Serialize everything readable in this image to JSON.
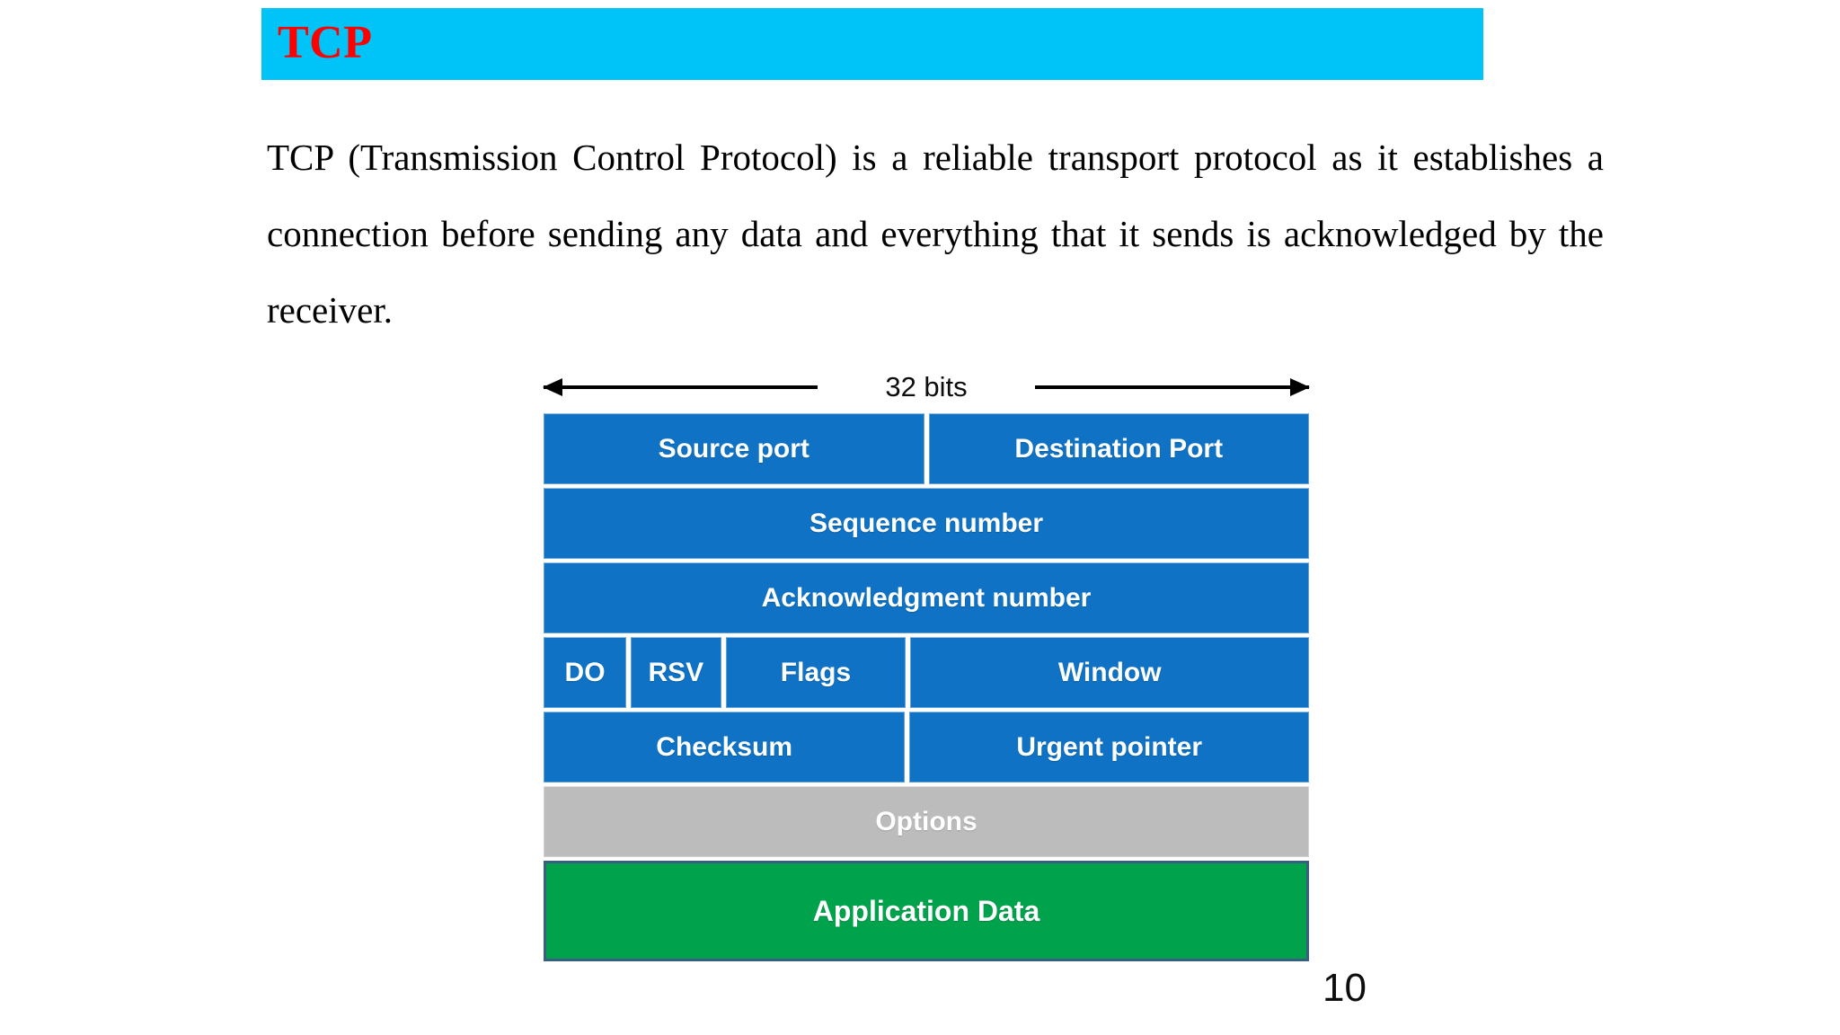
{
  "slide": {
    "title": "TCP",
    "title_color": "#FF0000",
    "banner_color": "#00C3F7",
    "page_number": "10",
    "body_text": "TCP (Transmission Control Protocol) is a reliable transport protocol as it establishes a connection before sending any data and everything that it sends is acknowledged by the receiver."
  },
  "diagram": {
    "name": "tcp-header-format",
    "width_annotation": "32 bits",
    "colors": {
      "field": "#0F72C4",
      "options": "#BCBCBC",
      "application_data": "#00A24C",
      "text": "#FFFFFF",
      "green_border": "#3A5D82"
    },
    "rows": [
      {
        "cells": [
          {
            "label": "Source port",
            "width": 50,
            "color": "#0F72C4"
          },
          {
            "label": "Destination Port",
            "width": 50,
            "color": "#0F72C4"
          }
        ]
      },
      {
        "cells": [
          {
            "label": "Sequence number",
            "width": 100,
            "color": "#0F72C4"
          }
        ]
      },
      {
        "cells": [
          {
            "label": "Acknowledgment number",
            "width": 100,
            "color": "#0F72C4"
          }
        ]
      },
      {
        "cells": [
          {
            "label": "DO",
            "width": 11,
            "color": "#0F72C4"
          },
          {
            "label": "RSV",
            "width": 12,
            "color": "#0F72C4"
          },
          {
            "label": "Flags",
            "width": 24,
            "color": "#0F72C4"
          },
          {
            "label": "Window",
            "width": 53,
            "color": "#0F72C4"
          }
        ]
      },
      {
        "cells": [
          {
            "label": "Checksum",
            "width": 47.5,
            "color": "#0F72C4"
          },
          {
            "label": "Urgent pointer",
            "width": 52.5,
            "color": "#0F72C4"
          }
        ]
      },
      {
        "cells": [
          {
            "label": "Options",
            "width": 100,
            "color": "#BCBCBC"
          }
        ]
      },
      {
        "cells": [
          {
            "label": "Application Data",
            "width": 100,
            "color": "#00A24C"
          }
        ]
      }
    ]
  }
}
